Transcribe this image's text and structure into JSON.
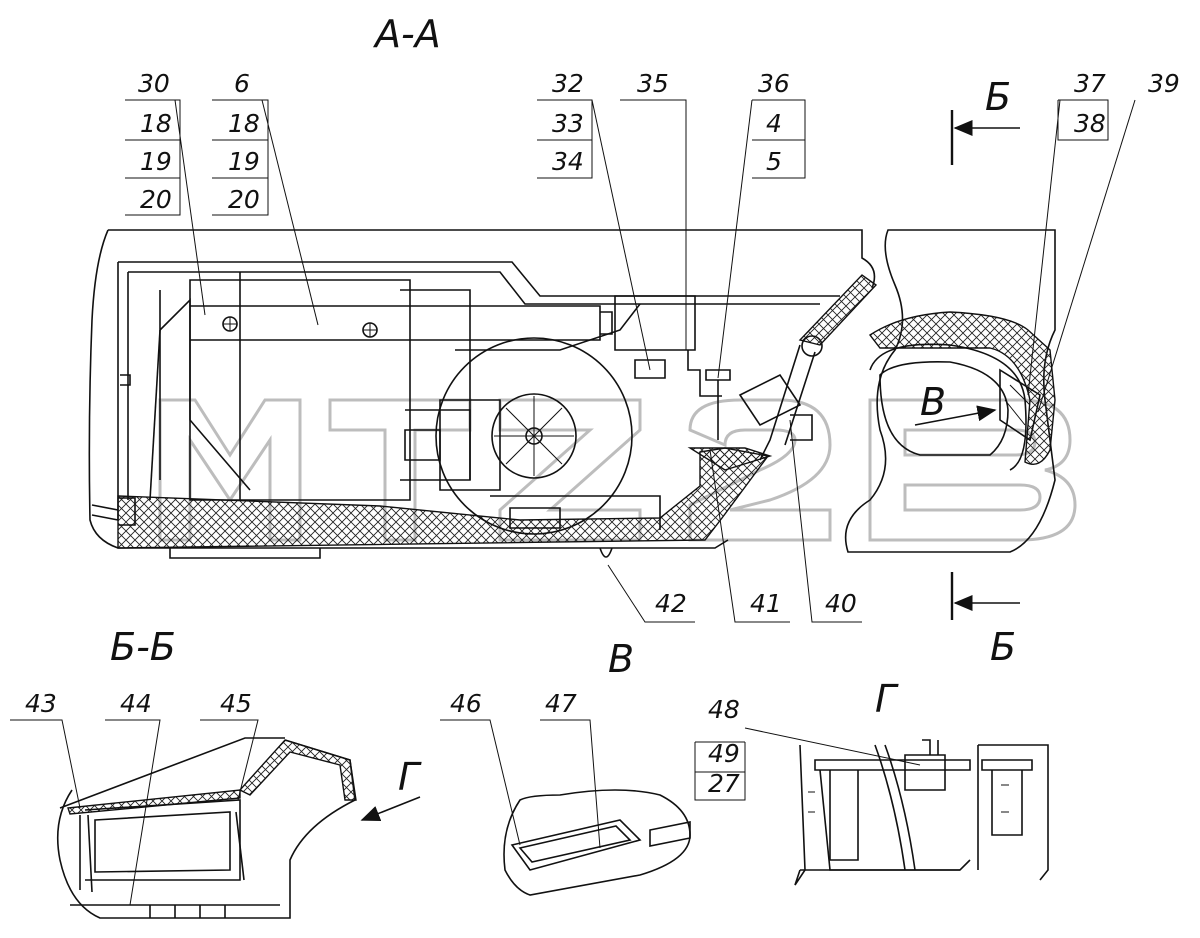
{
  "sections": {
    "aa": "А-А",
    "bb": "Б-Б",
    "v": "В",
    "g": "Г",
    "b_top": "Б",
    "b_bottom": "Б",
    "v_arrow": "В",
    "g_arrow": "Г"
  },
  "callouts": {
    "c30": "30",
    "c6": "6",
    "c18a": "18",
    "c19a": "19",
    "c20a": "20",
    "c18b": "18",
    "c19b": "19",
    "c20b": "20",
    "c32": "32",
    "c33": "33",
    "c34": "34",
    "c35": "35",
    "c36": "36",
    "c4": "4",
    "c5": "5",
    "c37": "37",
    "c38": "38",
    "c39": "39",
    "c40": "40",
    "c41": "41",
    "c42": "42",
    "c43": "43",
    "c44": "44",
    "c45": "45",
    "c46": "46",
    "c47": "47",
    "c48": "48",
    "c49": "49",
    "c27": "27"
  },
  "watermark": "MTZ2B"
}
